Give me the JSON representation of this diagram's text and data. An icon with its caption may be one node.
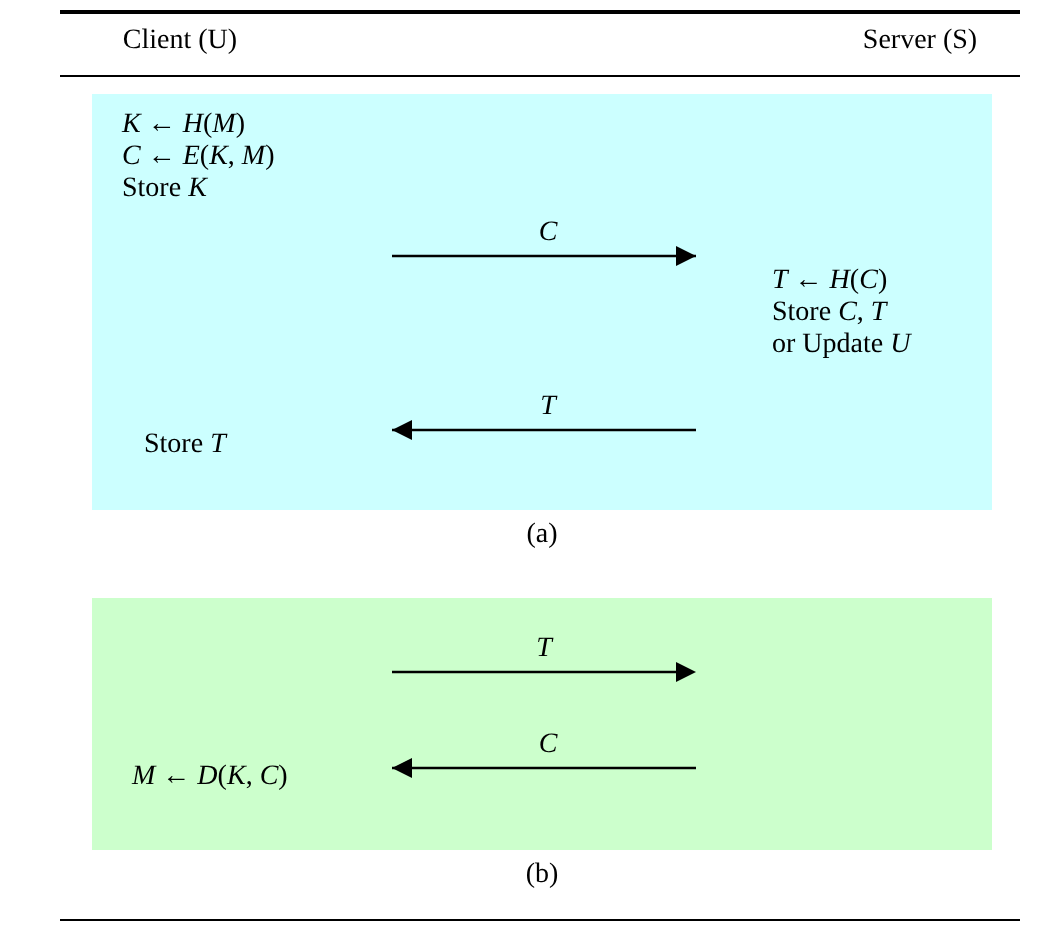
{
  "diagram": {
    "nodes": [
      {
        "text": [],
        "shape": "box",
        "beside": [
          "(a)"
        ]
      },
      {
        "text": [
          "*K* **←** *H*(*M*)",
          "*C* **←** *E*(*K*, *M*)",
          "Store *K*"
        ],
        "in": 0
      },
      {
        "text": [
          "*T* **←** *H*(*C*)",
          "Store *C*, *T*",
          "or Update *U*"
        ],
        "in": 0
      },
      {
        "text": [
          "Store *T*"
        ],
        "in": 0
      },
      {
        "text": [],
        "shape": "box",
        "beside": [
          "(b)"
        ]
      },
      {
        "text": [
          "*M* **←** *D*(*K*, *C*)"
        ],
        "in": 4
      }
    ],
    "edges": [
      {
        "from": 1,
        "to": 2,
        "arrow": "to",
        "label": "C"
      },
      {
        "from": 2,
        "to": 3,
        "arrow": "to",
        "label": "T"
      },
      {
        "from": null,
        "to": 5,
        "arrow": "to",
        "label": "C"
      }
    ],
    "labels": [
      "Client (U)",
      "Server (S)",
      "T"
    ]
  }
}
